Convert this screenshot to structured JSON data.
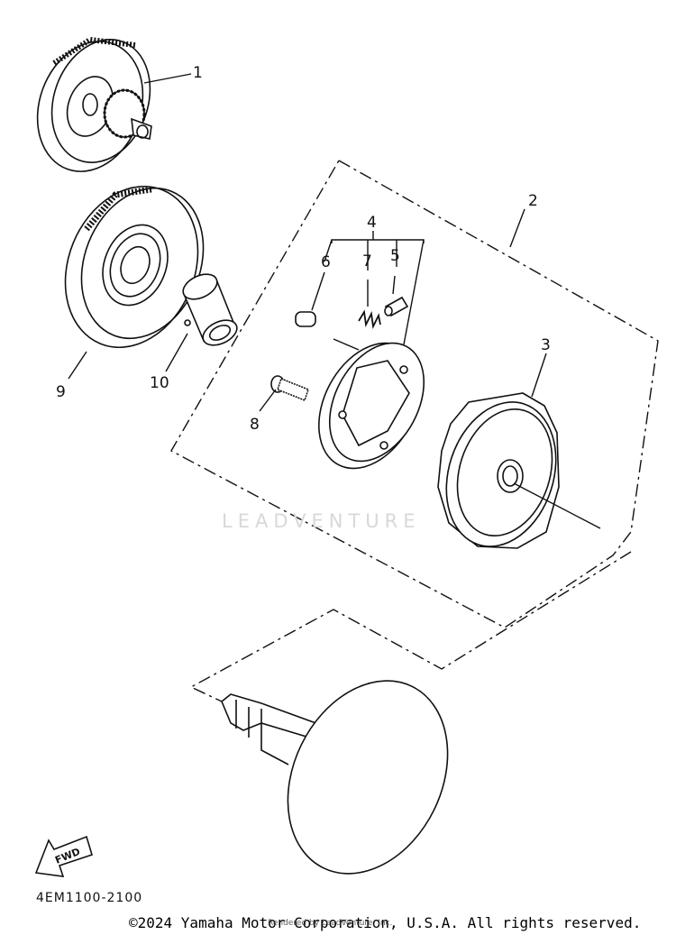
{
  "diagram": {
    "callouts": {
      "c1": "1",
      "c2": "2",
      "c3": "3",
      "c4": "4",
      "c5": "5",
      "c6": "6",
      "c7": "7",
      "c8": "8",
      "c9": "9",
      "c10": "10"
    },
    "fwd_label": "FWD",
    "drawing_code": "4EM1100-2100",
    "watermark": "LEADVENTURE",
    "rendered_by": "Rendered by LeadVenture, Inc.",
    "copyright": "©2024 Yamaha Motor Corporation, U.S.A. All rights reserved."
  },
  "colors": {
    "ink": "#111111",
    "paper": "#ffffff",
    "watermark": "#d8d8d8"
  }
}
